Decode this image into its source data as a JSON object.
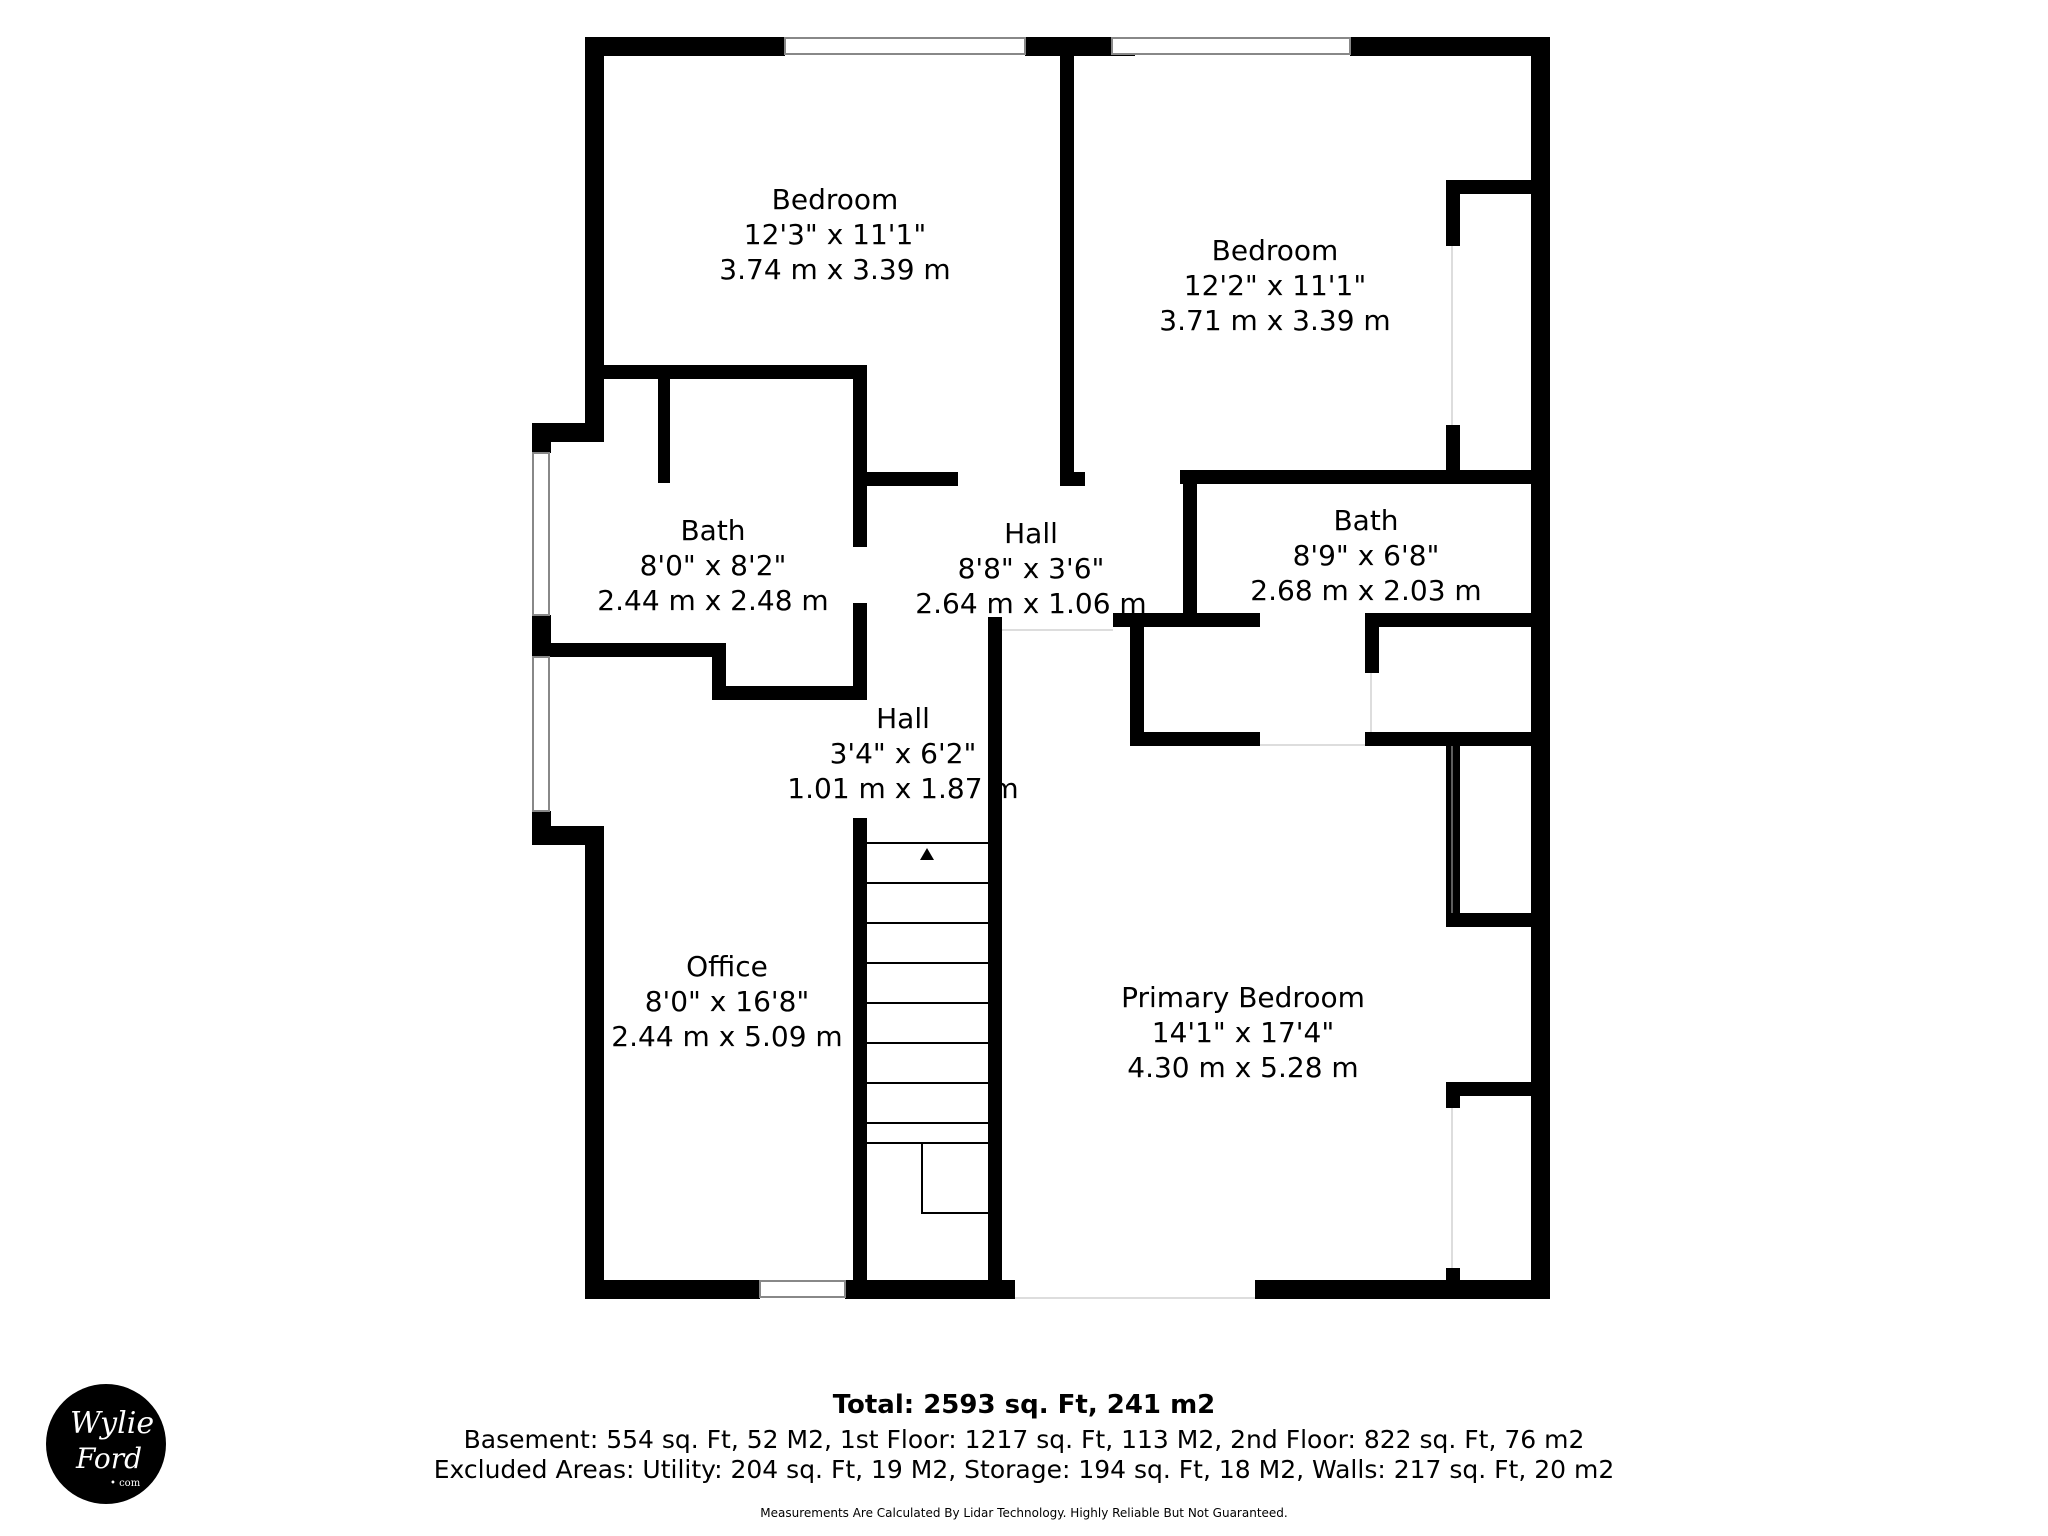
{
  "rooms": [
    {
      "name": "Bedroom",
      "imperial": "12'3\" x 11'1\"",
      "metric": "3.74 m x 3.39 m"
    },
    {
      "name": "Bedroom",
      "imperial": "12'2\" x 11'1\"",
      "metric": "3.71 m x 3.39 m"
    },
    {
      "name": "Bath",
      "imperial": "8'0\" x 8'2\"",
      "metric": "2.44 m x 2.48 m"
    },
    {
      "name": "Hall",
      "imperial": "8'8\" x 3'6\"",
      "metric": "2.64 m x 1.06 m"
    },
    {
      "name": "Bath",
      "imperial": "8'9\" x 6'8\"",
      "metric": "2.68 m x 2.03 m"
    },
    {
      "name": "Hall",
      "imperial": "3'4\" x 6'2\"",
      "metric": "1.01 m x 1.87 m"
    },
    {
      "name": "Office",
      "imperial": "8'0\" x 16'8\"",
      "metric": "2.44 m x 5.09 m"
    },
    {
      "name": "Primary Bedroom",
      "imperial": "14'1\" x 17'4\"",
      "metric": "4.30 m x 5.28 m"
    }
  ],
  "summary": {
    "total": "Total: 2593 sq. Ft, 241 m2",
    "floors": "Basement: 554 sq. Ft, 52 M2, 1st Floor: 1217 sq. Ft, 113 M2, 2nd Floor: 822 sq. Ft, 76 m2",
    "excluded": "Excluded Areas: Utility: 204 sq. Ft, 19 M2, Storage: 194 sq. Ft, 18 M2, Walls: 217 sq. Ft, 20 m2",
    "note": "Measurements Are Calculated By Lidar Technology. Highly Reliable But Not Guaranteed."
  },
  "logo": {
    "line1": "Wylie",
    "line2": "Ford",
    "line3": "• com"
  },
  "colors": {
    "wall": "#000000",
    "background": "#ffffff",
    "window": "#888888"
  }
}
